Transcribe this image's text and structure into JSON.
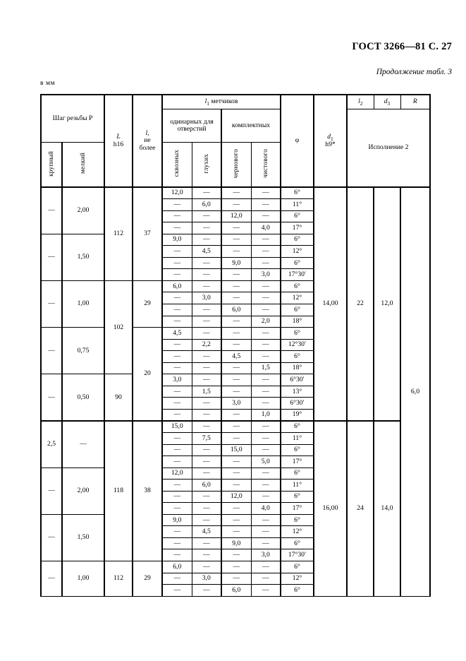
{
  "header": {
    "standard": "ГОСТ 3266—81 С. 27",
    "continuation": "Продолжение табл. 3",
    "units": "в  мм"
  },
  "table": {
    "headers": {
      "pitch_group": "Шаг резьбы P",
      "pitch_coarse": "крупный",
      "pitch_fine": "мелкий",
      "L": "L",
      "L_tol": "h16",
      "l": "l,",
      "l_line2": "не",
      "l_line3": "более",
      "l1_group": "l₁ метчиков",
      "single_group_line1": "одинарных для",
      "single_group_line2": "отверстий",
      "single_through": "сквозных",
      "single_blind": "глухих",
      "set_group": "комплектных",
      "set_rough": "чернового",
      "set_finish": "чистового",
      "phi": "φ",
      "d1": "d₁",
      "d1_tol": "h9*",
      "l2": "l₂",
      "d3": "d₃",
      "R": "R",
      "execution": "Исполнение 2"
    },
    "R_value": "6,0",
    "blocks": [
      {
        "d1": "14,00",
        "l2": "22",
        "d3": "12,0",
        "groups": [
          {
            "coarse": "—",
            "fine": "2,00",
            "L": "112",
            "l": "37",
            "rows": [
              {
                "through": "12,0",
                "blind": "—",
                "rough": "—",
                "finish": "—",
                "phi": "6°"
              },
              {
                "through": "—",
                "blind": "6,0",
                "rough": "—",
                "finish": "—",
                "phi": "11°"
              },
              {
                "through": "—",
                "blind": "—",
                "rough": "12,0",
                "finish": "—",
                "phi": "6°"
              },
              {
                "through": "—",
                "blind": "—",
                "rough": "—",
                "finish": "4,0",
                "phi": "17°"
              }
            ]
          },
          {
            "coarse": "—",
            "fine": "1,50",
            "L": "",
            "l": "",
            "rows": [
              {
                "through": "9,0",
                "blind": "—",
                "rough": "—",
                "finish": "—",
                "phi": "6°"
              },
              {
                "through": "—",
                "blind": "4,5",
                "rough": "—",
                "finish": "—",
                "phi": "12°"
              },
              {
                "through": "—",
                "blind": "—",
                "rough": "9,0",
                "finish": "—",
                "phi": "6°"
              },
              {
                "through": "—",
                "blind": "—",
                "rough": "—",
                "finish": "3,0",
                "phi": "17°30′"
              }
            ]
          },
          {
            "coarse": "—",
            "fine": "1,00",
            "L": "102",
            "l": "29",
            "rows": [
              {
                "through": "6,0",
                "blind": "—",
                "rough": "—",
                "finish": "—",
                "phi": "6°"
              },
              {
                "through": "—",
                "blind": "3,0",
                "rough": "—",
                "finish": "—",
                "phi": "12°"
              },
              {
                "through": "—",
                "blind": "—",
                "rough": "6,0",
                "finish": "—",
                "phi": "6°"
              },
              {
                "through": "—",
                "blind": "—",
                "rough": "—",
                "finish": "2,0",
                "phi": "18°"
              }
            ]
          },
          {
            "coarse": "—",
            "fine": "0,75",
            "L": "",
            "l": "20",
            "rows": [
              {
                "through": "4,5",
                "blind": "—",
                "rough": "—",
                "finish": "—",
                "phi": "6°"
              },
              {
                "through": "—",
                "blind": "2,2",
                "rough": "—",
                "finish": "—",
                "phi": "12°30′"
              },
              {
                "through": "—",
                "blind": "—",
                "rough": "4,5",
                "finish": "—",
                "phi": "6°"
              },
              {
                "through": "—",
                "blind": "—",
                "rough": "—",
                "finish": "1,5",
                "phi": "18°"
              }
            ]
          },
          {
            "coarse": "—",
            "fine": "0,50",
            "L": "90",
            "l": "",
            "rows": [
              {
                "through": "3,0",
                "blind": "—",
                "rough": "—",
                "finish": "—",
                "phi": "6°30′"
              },
              {
                "through": "—",
                "blind": "1,5",
                "rough": "—",
                "finish": "—",
                "phi": "13°"
              },
              {
                "through": "—",
                "blind": "—",
                "rough": "3,0",
                "finish": "—",
                "phi": "6°30′"
              },
              {
                "through": "—",
                "blind": "—",
                "rough": "—",
                "finish": "1,0",
                "phi": "19°"
              }
            ]
          }
        ]
      },
      {
        "d1": "16,00",
        "l2": "24",
        "d3": "14,0",
        "groups": [
          {
            "coarse": "2,5",
            "fine": "—",
            "L": "118",
            "l": "38",
            "rows": [
              {
                "through": "15,0",
                "blind": "—",
                "rough": "—",
                "finish": "—",
                "phi": "6°"
              },
              {
                "through": "—",
                "blind": "7,5",
                "rough": "—",
                "finish": "—",
                "phi": "11°"
              },
              {
                "through": "—",
                "blind": "—",
                "rough": "15,0",
                "finish": "—",
                "phi": "6°"
              },
              {
                "through": "—",
                "blind": "—",
                "rough": "—",
                "finish": "5,0",
                "phi": "17°"
              }
            ]
          },
          {
            "coarse": "—",
            "fine": "2,00",
            "L": "",
            "l": "",
            "rows": [
              {
                "through": "12,0",
                "blind": "—",
                "rough": "—",
                "finish": "—",
                "phi": "6°"
              },
              {
                "through": "—",
                "blind": "6,0",
                "rough": "—",
                "finish": "—",
                "phi": "11°"
              },
              {
                "through": "—",
                "blind": "—",
                "rough": "12,0",
                "finish": "—",
                "phi": "6°"
              },
              {
                "through": "—",
                "blind": "—",
                "rough": "—",
                "finish": "4,0",
                "phi": "17°"
              }
            ]
          },
          {
            "coarse": "—",
            "fine": "1,50",
            "L": "",
            "l": "",
            "rows": [
              {
                "through": "9,0",
                "blind": "—",
                "rough": "—",
                "finish": "—",
                "phi": "6°"
              },
              {
                "through": "—",
                "blind": "4,5",
                "rough": "—",
                "finish": "—",
                "phi": "12°"
              },
              {
                "through": "—",
                "blind": "—",
                "rough": "9,0",
                "finish": "—",
                "phi": "6°"
              },
              {
                "through": "—",
                "blind": "—",
                "rough": "—",
                "finish": "3,0",
                "phi": "17°30′"
              }
            ]
          },
          {
            "coarse": "—",
            "fine": "1,00",
            "L": "112",
            "l": "29",
            "rows": [
              {
                "through": "6,0",
                "blind": "—",
                "rough": "—",
                "finish": "—",
                "phi": "6°"
              },
              {
                "through": "—",
                "blind": "3,0",
                "rough": "—",
                "finish": "—",
                "phi": "12°"
              },
              {
                "through": "—",
                "blind": "—",
                "rough": "6,0",
                "finish": "—",
                "phi": "6°"
              }
            ]
          }
        ]
      }
    ]
  }
}
